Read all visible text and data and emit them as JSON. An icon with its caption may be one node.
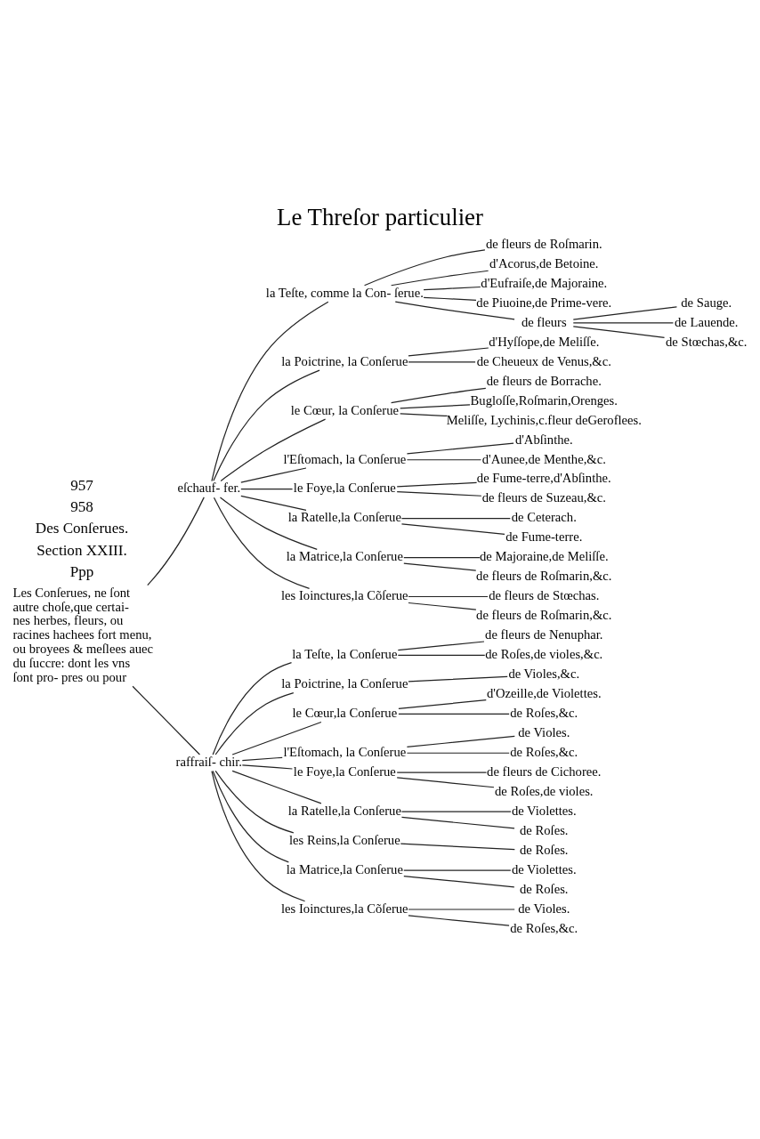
{
  "diagram": {
    "title": "Le Threſor particulier",
    "nodes": [
      {
        "text": [
          "Les Conſerues, ne ſont autre choſe,que certai- nes herbes, fleurs, ou racines hachees fort menu, ou broyees & meſlees auec du ſuccre: dont les vns ſont pro- pres ou pour"
        ]
      },
      {
        "text": [
          "eſchauf- fer."
        ]
      },
      {
        "text": [
          "la Teſte, comme la Con- ſerue."
        ]
      },
      {
        "text": [
          "de fleurs de Roſmarin."
        ]
      },
      {
        "text": [
          "d'Acorus,de Betoine."
        ]
      },
      {
        "text": [
          "d'Eufraiſe,de Majoraine."
        ]
      },
      {
        "text": [
          "de Piuoine,de Prime-vere."
        ]
      },
      {
        "text": [
          "de fleurs"
        ]
      },
      {
        "text": [
          "de Sauge."
        ]
      },
      {
        "text": [
          "de Lauende."
        ]
      },
      {
        "text": [
          "de Stœchas,&c."
        ]
      },
      {
        "text": [
          "la Poictrine, la Conſerue"
        ]
      },
      {
        "text": [
          "d'Hyſſope,de Meliſſe."
        ]
      },
      {
        "text": [
          "de Cheueux de Venus,&c."
        ]
      },
      {
        "text": [
          "le Cœur, la Conſerue"
        ]
      },
      {
        "text": [
          "de fleurs de Borrache."
        ]
      },
      {
        "text": [
          "Bugloſſe,Roſmarin,Orenges."
        ]
      },
      {
        "text": [
          "Meliſſe, Lychinis,c.fleur deGeroflees."
        ]
      },
      {
        "text": [
          "l'Eſtomach, la Conſerue"
        ]
      },
      {
        "text": [
          "d'Abſinthe."
        ]
      },
      {
        "text": [
          "d'Aunee,de Menthe,&c."
        ]
      },
      {
        "text": [
          "le Foye,la Conſerue"
        ]
      },
      {
        "text": [
          "de Fume-terre,d'Abſinthe."
        ]
      },
      {
        "text": [
          "de fleurs de Suzeau,&c."
        ]
      },
      {
        "text": [
          "la Ratelle,la Conſerue"
        ]
      },
      {
        "text": [
          "de Ceterach."
        ]
      },
      {
        "text": [
          "de Fume-terre."
        ]
      },
      {
        "text": [
          "la Matrice,la Conſerue"
        ]
      },
      {
        "text": [
          "de Majoraine,de Meliſſe."
        ]
      },
      {
        "text": [
          "de fleurs de Roſmarin,&c."
        ]
      },
      {
        "text": [
          "les Ioinctures,la Cõſerue"
        ]
      },
      {
        "text": [
          "de fleurs de Stœchas."
        ]
      },
      {
        "text": [
          "de fleurs de Roſmarin,&c."
        ]
      },
      {
        "text": [
          "raffraiſ- chir."
        ]
      },
      {
        "text": [
          "la Teſte, la Conſerue"
        ]
      },
      {
        "text": [
          "de fleurs de Nenuphar."
        ]
      },
      {
        "text": [
          "de Roſes,de violes,&c."
        ]
      },
      {
        "text": [
          "la Poictrine, la Conſerue"
        ]
      },
      {
        "text": [
          "de Violes,&c."
        ]
      },
      {
        "text": [
          "le Cœur,la Conſerue"
        ]
      },
      {
        "text": [
          "d'Ozeille,de Violettes."
        ]
      },
      {
        "text": [
          "de Roſes,&c."
        ]
      },
      {
        "text": [
          "l'Eſtomach, la Conſerue"
        ]
      },
      {
        "text": [
          "de Violes."
        ]
      },
      {
        "text": [
          "de Roſes,&c."
        ]
      },
      {
        "text": [
          "le Foye,la Conſerue"
        ]
      },
      {
        "text": [
          "de fleurs de Cichoree."
        ]
      },
      {
        "text": [
          "de Roſes,de violes."
        ]
      },
      {
        "text": [
          "la Ratelle,la Conſerue"
        ]
      },
      {
        "text": [
          "de Violettes."
        ]
      },
      {
        "text": [
          "de Roſes."
        ]
      },
      {
        "text": [
          "les Reins,la Conſerue"
        ]
      },
      {
        "text": [
          "de Roſes."
        ]
      },
      {
        "text": [
          "la Matrice,la Conſerue"
        ]
      },
      {
        "text": [
          "de Violettes."
        ]
      },
      {
        "text": [
          "de Roſes."
        ]
      },
      {
        "text": [
          "les Ioinctures,la Cõſerue"
        ]
      },
      {
        "text": [
          "de Violes."
        ]
      },
      {
        "text": [
          "de Roſes,&c."
        ]
      }
    ],
    "edges": [
      {
        "from": 0,
        "to": 1,
        "arrow": "none"
      },
      {
        "from": 1,
        "to": 2,
        "arrow": "none"
      },
      {
        "from": 2,
        "to": 3,
        "arrow": "none"
      },
      {
        "from": 2,
        "to": 4,
        "arrow": "none"
      },
      {
        "from": 2,
        "to": 5,
        "arrow": "none"
      },
      {
        "from": 2,
        "to": 6,
        "arrow": "none"
      },
      {
        "from": 2,
        "to": 7,
        "arrow": "none"
      },
      {
        "from": 7,
        "to": 8,
        "arrow": "none"
      },
      {
        "from": 7,
        "to": 9,
        "arrow": "none"
      },
      {
        "from": 7,
        "to": 10,
        "arrow": "none"
      },
      {
        "from": 1,
        "to": 11,
        "arrow": "none"
      },
      {
        "from": 11,
        "to": 12,
        "arrow": "none"
      },
      {
        "from": 11,
        "to": 13,
        "arrow": "none"
      },
      {
        "from": 1,
        "to": 14,
        "arrow": "none"
      },
      {
        "from": 14,
        "to": 15,
        "arrow": "none"
      },
      {
        "from": 14,
        "to": 16,
        "arrow": "none"
      },
      {
        "from": 14,
        "to": 17,
        "arrow": "none"
      },
      {
        "from": 1,
        "to": 18,
        "arrow": "none"
      },
      {
        "from": 18,
        "to": 19,
        "arrow": "none"
      },
      {
        "from": 18,
        "to": 20,
        "arrow": "none"
      },
      {
        "from": 1,
        "to": 21,
        "arrow": "none"
      },
      {
        "from": 21,
        "to": 22,
        "arrow": "none"
      },
      {
        "from": 21,
        "to": 23,
        "arrow": "none"
      },
      {
        "from": 1,
        "to": 24,
        "arrow": "none"
      },
      {
        "from": 24,
        "to": 25,
        "arrow": "none"
      },
      {
        "from": 24,
        "to": 26,
        "arrow": "none"
      },
      {
        "from": 1,
        "to": 27,
        "arrow": "none"
      },
      {
        "from": 27,
        "to": 28,
        "arrow": "none"
      },
      {
        "from": 27,
        "to": 29,
        "arrow": "none"
      },
      {
        "from": 1,
        "to": 30,
        "arrow": "none"
      },
      {
        "from": 30,
        "to": 31,
        "arrow": "none"
      },
      {
        "from": 30,
        "to": 32,
        "arrow": "none"
      },
      {
        "from": 0,
        "to": 33,
        "arrow": "none"
      },
      {
        "from": 33,
        "to": 34,
        "arrow": "none"
      },
      {
        "from": 34,
        "to": 35,
        "arrow": "none"
      },
      {
        "from": 34,
        "to": 36,
        "arrow": "none"
      },
      {
        "from": 33,
        "to": 37,
        "arrow": "none"
      },
      {
        "from": 37,
        "to": 38,
        "arrow": "none"
      },
      {
        "from": 33,
        "to": 39,
        "arrow": "none"
      },
      {
        "from": 39,
        "to": 40,
        "arrow": "none"
      },
      {
        "from": 39,
        "to": 41,
        "arrow": "none"
      },
      {
        "from": 33,
        "to": 42,
        "arrow": "none"
      },
      {
        "from": 42,
        "to": 43,
        "arrow": "none"
      },
      {
        "from": 42,
        "to": 44,
        "arrow": "none"
      },
      {
        "from": 33,
        "to": 45,
        "arrow": "none"
      },
      {
        "from": 45,
        "to": 46,
        "arrow": "none"
      },
      {
        "from": 45,
        "to": 47,
        "arrow": "none"
      },
      {
        "from": 33,
        "to": 48,
        "arrow": "none"
      },
      {
        "from": 48,
        "to": 49,
        "arrow": "none"
      },
      {
        "from": 48,
        "to": 50,
        "arrow": "none"
      },
      {
        "from": 33,
        "to": 51,
        "arrow": "none"
      },
      {
        "from": 51,
        "to": 52,
        "arrow": "none"
      },
      {
        "from": 33,
        "to": 53,
        "arrow": "none"
      },
      {
        "from": 53,
        "to": 54,
        "arrow": "none"
      },
      {
        "from": 53,
        "to": 55,
        "arrow": "none"
      },
      {
        "from": 33,
        "to": 56,
        "arrow": "none"
      },
      {
        "from": 56,
        "to": 57,
        "arrow": "none"
      },
      {
        "from": 56,
        "to": 58,
        "arrow": "none"
      }
    ],
    "labels": [
      "957",
      "958",
      "Des Conſerues.",
      "Section XXIII.",
      "Ppp"
    ]
  }
}
